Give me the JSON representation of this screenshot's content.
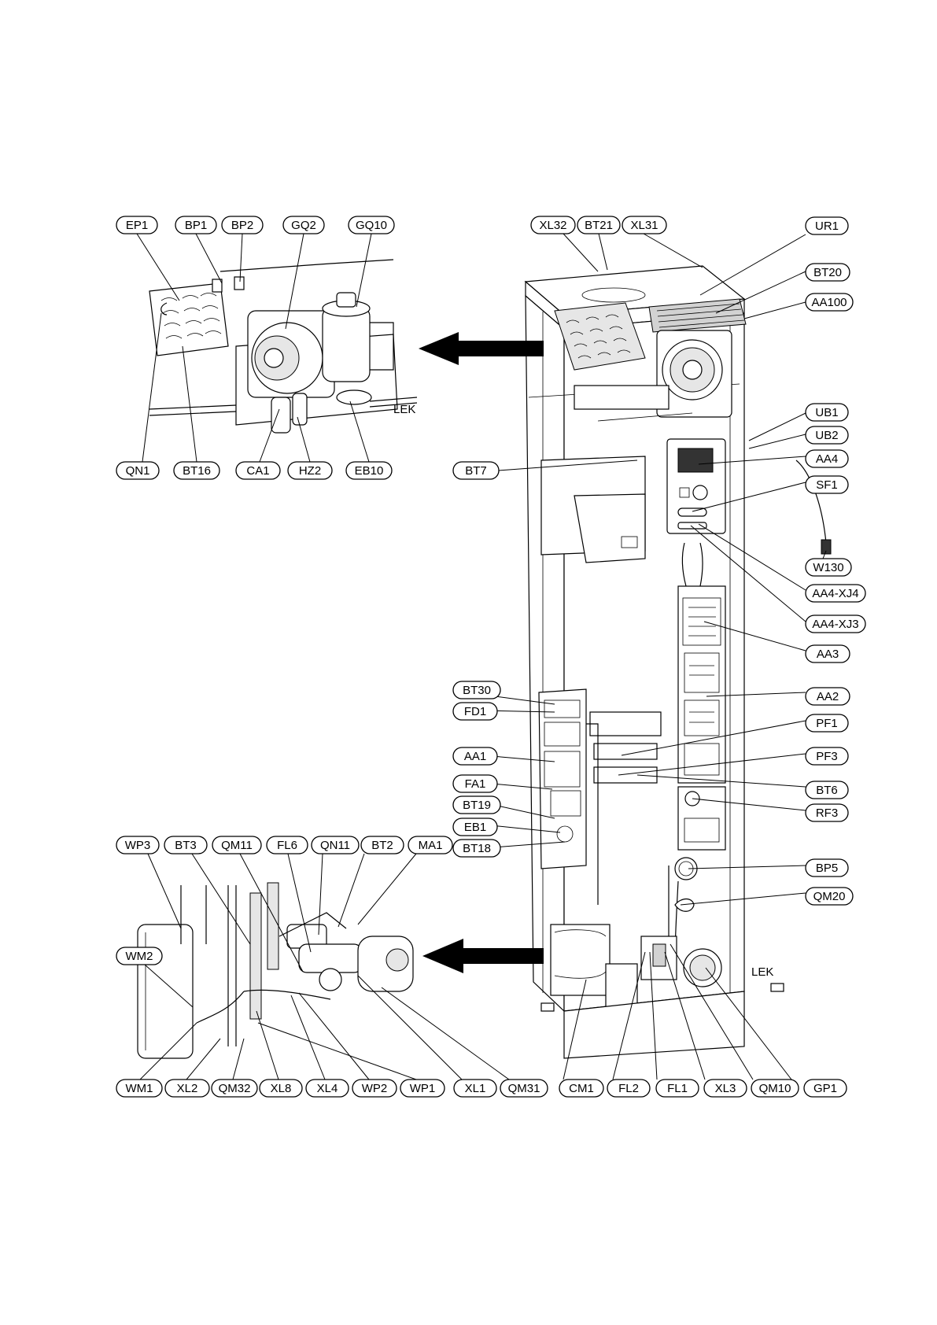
{
  "figure": {
    "labels": [
      {
        "id": "ep1",
        "text": "EP1"
      },
      {
        "id": "bp1",
        "text": "BP1"
      },
      {
        "id": "bp2",
        "text": "BP2"
      },
      {
        "id": "gq2",
        "text": "GQ2"
      },
      {
        "id": "gq10",
        "text": "GQ10"
      },
      {
        "id": "qn1",
        "text": "QN1"
      },
      {
        "id": "bt16",
        "text": "BT16"
      },
      {
        "id": "ca1",
        "text": "CA1"
      },
      {
        "id": "hz2",
        "text": "HZ2"
      },
      {
        "id": "eb10",
        "text": "EB10"
      },
      {
        "id": "xl32",
        "text": "XL32"
      },
      {
        "id": "bt21",
        "text": "BT21"
      },
      {
        "id": "xl31",
        "text": "XL31"
      },
      {
        "id": "ur1",
        "text": "UR1"
      },
      {
        "id": "bt20",
        "text": "BT20"
      },
      {
        "id": "aa100",
        "text": "AA100"
      },
      {
        "id": "ub1",
        "text": "UB1"
      },
      {
        "id": "ub2",
        "text": "UB2"
      },
      {
        "id": "aa4",
        "text": "AA4"
      },
      {
        "id": "sf1",
        "text": "SF1"
      },
      {
        "id": "w130",
        "text": "W130"
      },
      {
        "id": "aa4xj4",
        "text": "AA4-XJ4"
      },
      {
        "id": "aa4xj3",
        "text": "AA4-XJ3"
      },
      {
        "id": "aa3",
        "text": "AA3"
      },
      {
        "id": "aa2",
        "text": "AA2"
      },
      {
        "id": "pf1",
        "text": "PF1"
      },
      {
        "id": "pf3",
        "text": "PF3"
      },
      {
        "id": "bt6",
        "text": "BT6"
      },
      {
        "id": "rf3",
        "text": "RF3"
      },
      {
        "id": "bp5",
        "text": "BP5"
      },
      {
        "id": "qm20",
        "text": "QM20"
      },
      {
        "id": "bt7",
        "text": "BT7"
      },
      {
        "id": "bt30",
        "text": "BT30"
      },
      {
        "id": "fd1",
        "text": "FD1"
      },
      {
        "id": "aa1",
        "text": "AA1"
      },
      {
        "id": "fa1",
        "text": "FA1"
      },
      {
        "id": "bt19",
        "text": "BT19"
      },
      {
        "id": "eb1",
        "text": "EB1"
      },
      {
        "id": "bt18",
        "text": "BT18"
      },
      {
        "id": "wp3",
        "text": "WP3"
      },
      {
        "id": "bt3",
        "text": "BT3"
      },
      {
        "id": "qm11",
        "text": "QM11"
      },
      {
        "id": "fl6",
        "text": "FL6"
      },
      {
        "id": "qn11",
        "text": "QN11"
      },
      {
        "id": "bt2",
        "text": "BT2"
      },
      {
        "id": "ma1",
        "text": "MA1"
      },
      {
        "id": "wm2",
        "text": "WM2"
      },
      {
        "id": "wm1",
        "text": "WM1"
      },
      {
        "id": "xl2",
        "text": "XL2"
      },
      {
        "id": "qm32",
        "text": "QM32"
      },
      {
        "id": "xl8",
        "text": "XL8"
      },
      {
        "id": "xl4",
        "text": "XL4"
      },
      {
        "id": "wp2",
        "text": "WP2"
      },
      {
        "id": "wp1",
        "text": "WP1"
      },
      {
        "id": "xl1",
        "text": "XL1"
      },
      {
        "id": "qm31",
        "text": "QM31"
      },
      {
        "id": "cm1",
        "text": "CM1"
      },
      {
        "id": "fl2",
        "text": "FL2"
      },
      {
        "id": "fl1",
        "text": "FL1"
      },
      {
        "id": "xl3",
        "text": "XL3"
      },
      {
        "id": "qm10",
        "text": "QM10"
      },
      {
        "id": "gp1",
        "text": "GP1"
      }
    ],
    "maker_marks": [
      "LEK"
    ]
  }
}
